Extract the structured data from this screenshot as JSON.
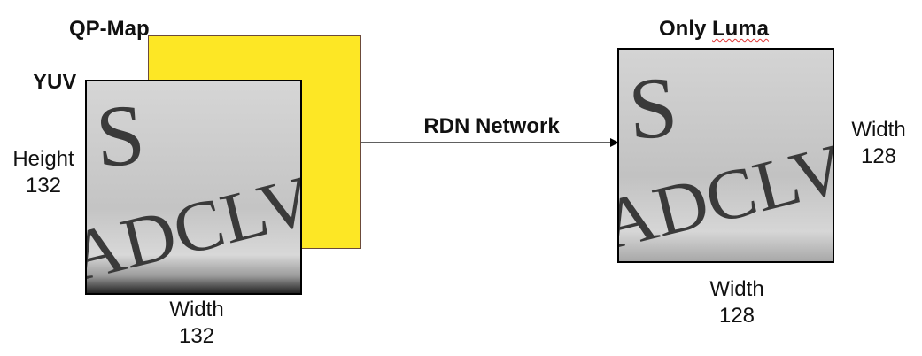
{
  "labels": {
    "qp_map": "QP-Map",
    "yuv": "YUV",
    "height_word": "Height",
    "height_value": "132",
    "input_width_word": "Width",
    "input_width_value": "132",
    "network": "RDN Network",
    "output_title_a": "Only ",
    "output_title_b": "Luma",
    "output_side_width_word": "Width",
    "output_side_width_value": "128",
    "output_bottom_width_word": "Width",
    "output_bottom_width_value": "128"
  },
  "image_text": {
    "top_letter": "S",
    "bottom_letters": "ADCLV"
  },
  "colors": {
    "qp_map_fill": "#fde725",
    "image_gray": "#c8c8c8",
    "letter_color": "#3a3a3a",
    "arrow": "#000000"
  }
}
